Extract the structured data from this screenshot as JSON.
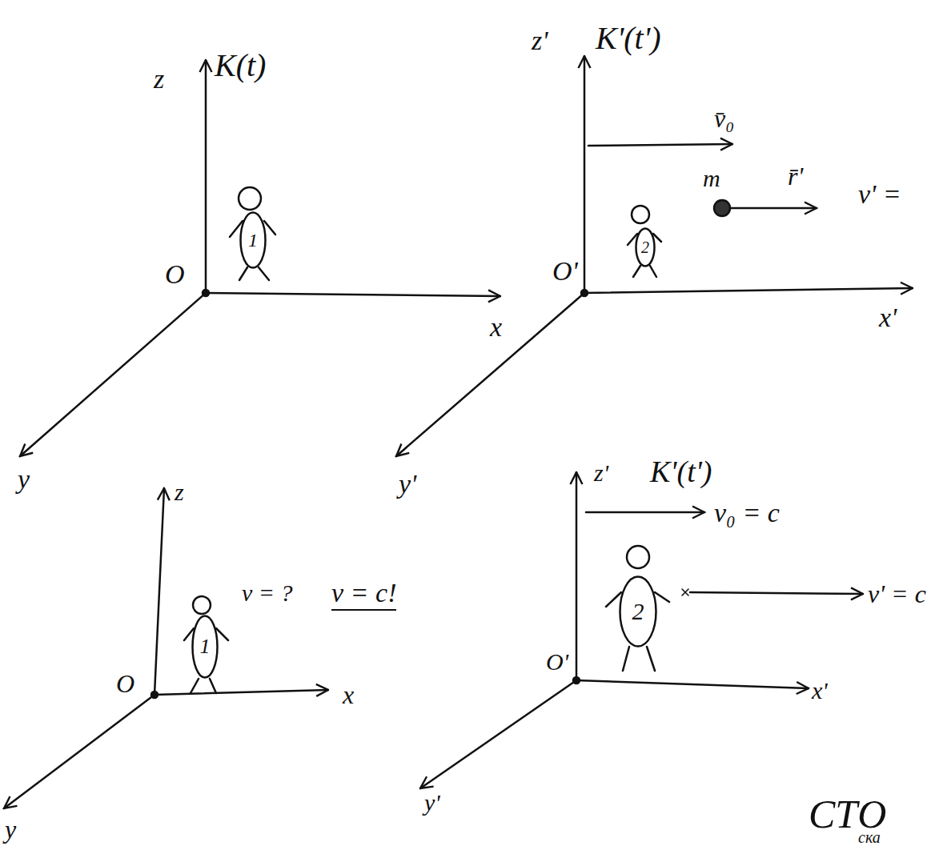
{
  "diagram": {
    "nodes": [
      {
        "text": [
          "1"
        ]
      },
      {
        "text": [
          "2"
        ]
      },
      {
        "text": [
          "1"
        ]
      },
      {
        "text": [
          "2"
        ]
      }
    ],
    "labels": [
      "z",
      "K(t)",
      "O",
      "x",
      "y",
      "z'",
      "K'(t')",
      "v̄₀",
      "m",
      "r̄'",
      "v' =",
      "O'",
      "x'",
      "y'",
      "z",
      "v = ?",
      "v = c!",
      "O",
      "x",
      "y",
      "z'",
      "K'(t')",
      "v₀ = c",
      "v' = c",
      "O'",
      "x'",
      "y'",
      "СТО",
      "ска"
    ]
  }
}
